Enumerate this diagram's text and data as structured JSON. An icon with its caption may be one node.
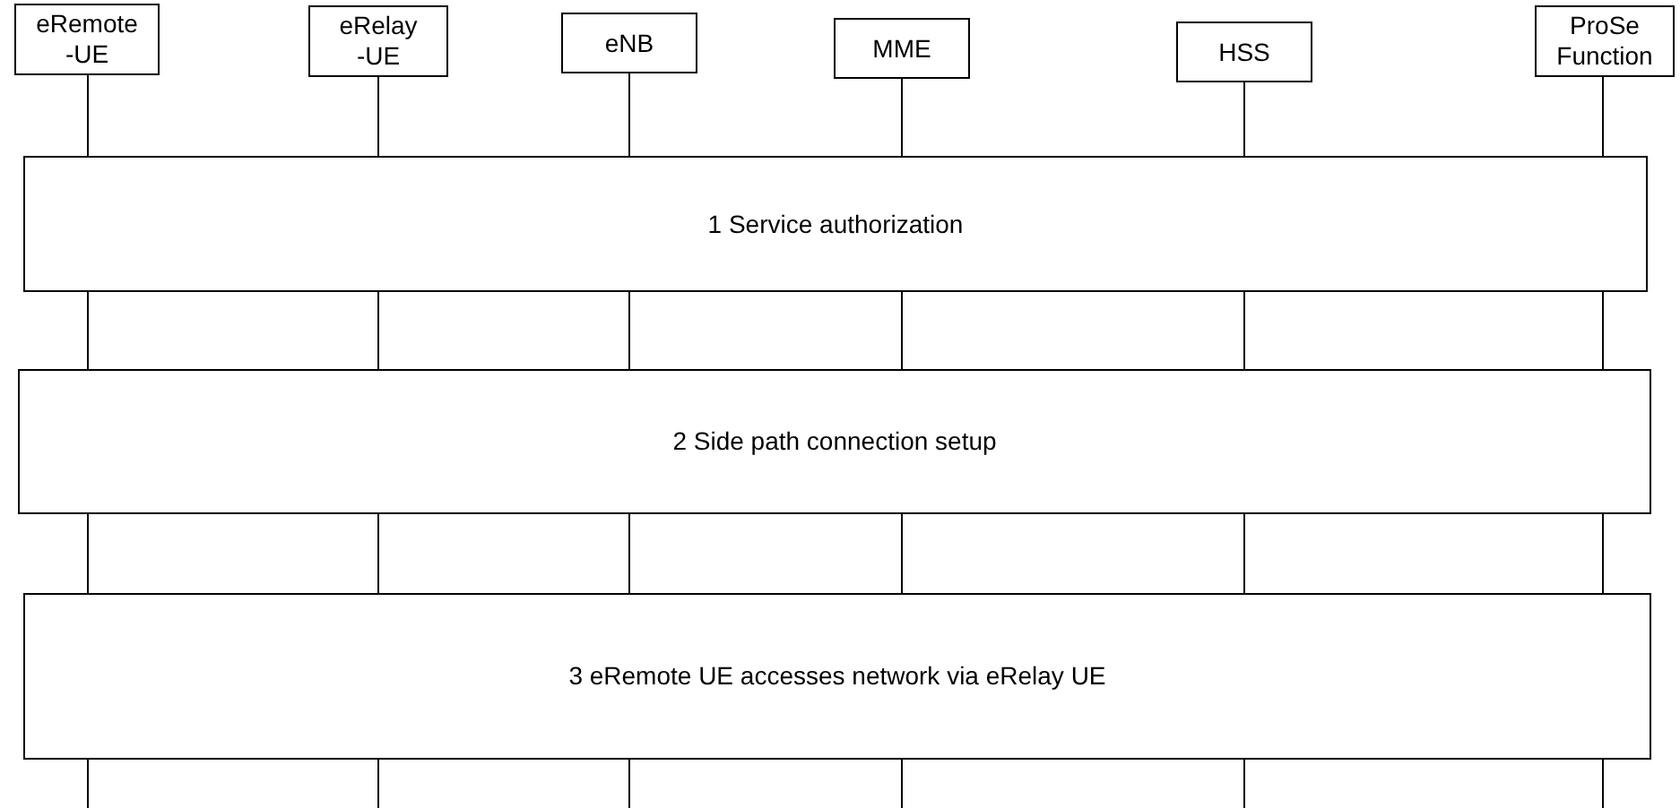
{
  "diagram": {
    "nodes": [
      {
        "text": [
          "eRemote -UE"
        ]
      },
      {
        "text": [
          "eRelay -UE"
        ]
      },
      {
        "text": [
          "eNB"
        ]
      },
      {
        "text": [
          "MME"
        ]
      },
      {
        "text": [
          "HSS"
        ]
      },
      {
        "text": [
          "ProSe Function"
        ]
      },
      {
        "text": [
          "1 Service authorization"
        ]
      },
      {
        "text": [
          "2 Side path connection setup"
        ]
      },
      {
        "text": [
          "3 eRemote UE accesses network via eRelay UE"
        ]
      }
    ]
  }
}
